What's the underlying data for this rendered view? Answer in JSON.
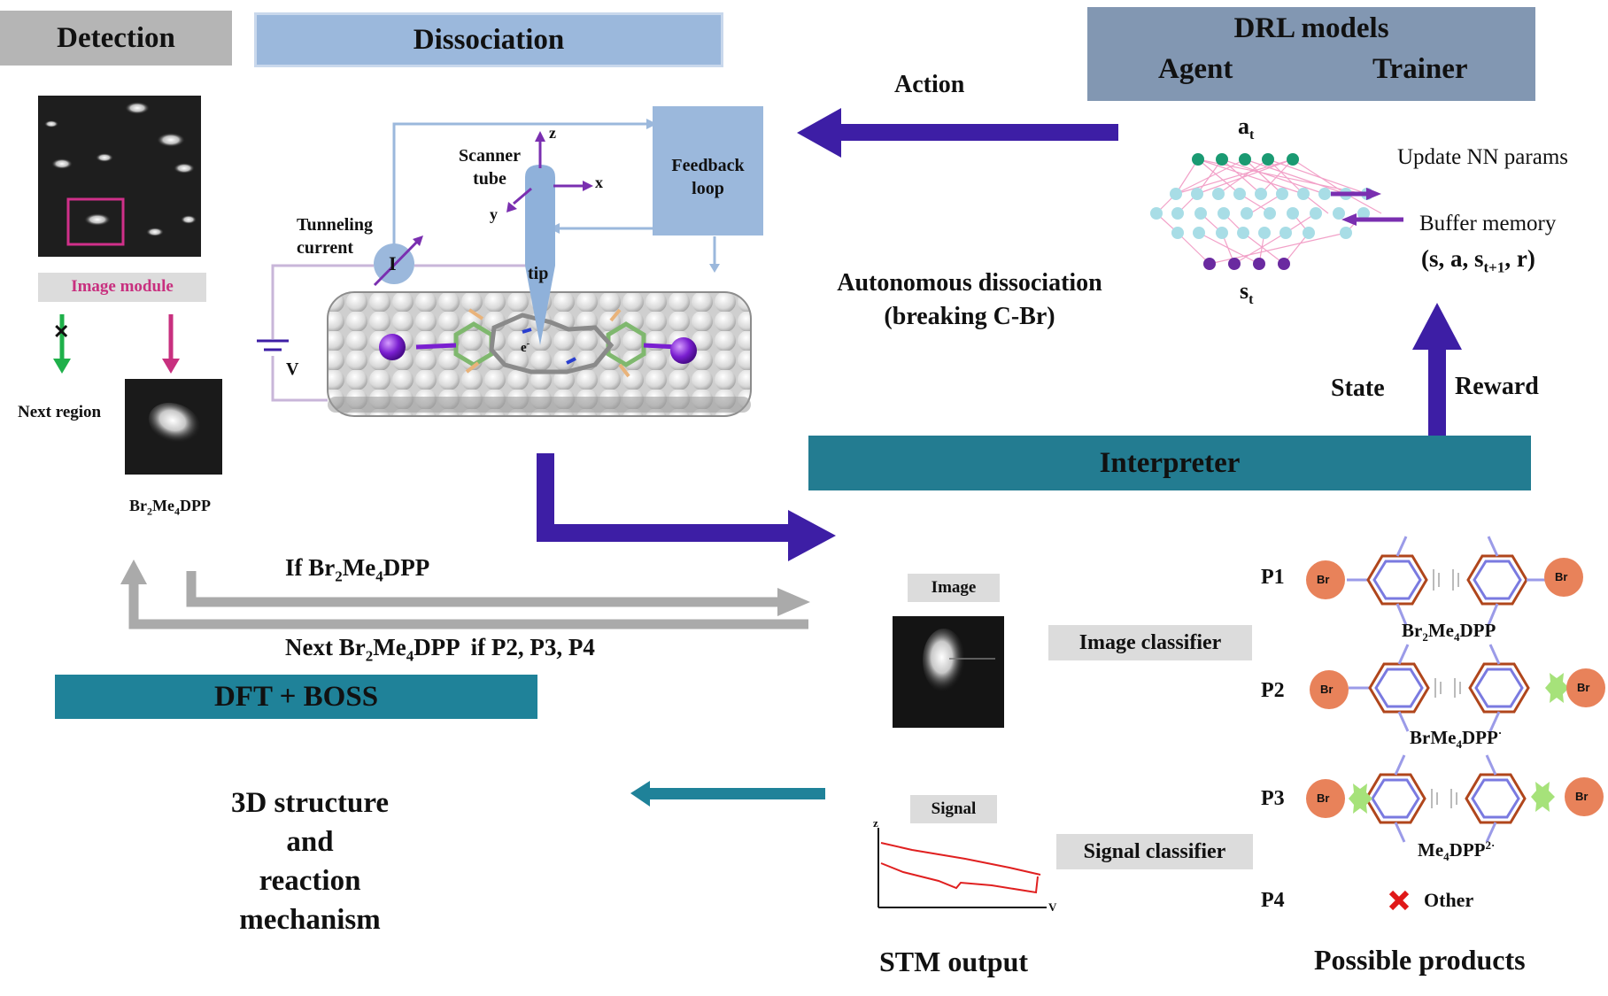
{
  "headers": {
    "detection": "Detection",
    "dissociation": "Dissociation",
    "drl_models": "DRL models",
    "agent": "Agent",
    "trainer": "Trainer",
    "interpreter": "Interpreter",
    "dft_boss": "DFT + BOSS"
  },
  "detection": {
    "image_module": "Image module",
    "next_region": "Next region",
    "molecule_base": "Br",
    "sub1": "2",
    "mid": "Me",
    "sub2": "4",
    "tail": "DPP",
    "x_mark": "✕"
  },
  "dissociation": {
    "scanner": "Scanner",
    "tube": "tube",
    "feedback": "Feedback",
    "loop": "loop",
    "tunneling": "Tunneling",
    "current": "current",
    "I": "I",
    "V": "V",
    "tip": "tip",
    "z": "z",
    "x": "x",
    "y": "y",
    "electron": "e",
    "electron_sup": "-"
  },
  "flow": {
    "action": "Action",
    "autonomous_line1": "Autonomous dissociation",
    "autonomous_line2": "(breaking C-Br)",
    "state": "State",
    "reward": "Reward",
    "if_text": "If Br",
    "if_sub1": "2",
    "if_me": "Me",
    "if_sub2": "4",
    "if_dpp": "DPP",
    "next_text": "Next Br",
    "next_sub1": "2",
    "next_me": "Me",
    "next_sub2": "4",
    "next_dpp": "DPP  if P2, P3, P4"
  },
  "drl": {
    "a": "a",
    "a_sub": "t",
    "s": "s",
    "s_sub": "t",
    "update": "Update NN params",
    "buffer": "Buffer memory",
    "tuple_a": "(s, a, s",
    "tuple_sub": "t+1",
    "tuple_b": ", r)"
  },
  "interpreter": {
    "image": "Image",
    "signal": "Signal",
    "image_classifier": "Image classifier",
    "signal_classifier": "Signal classifier",
    "stm_output": "STM output",
    "possible_products": "Possible products",
    "z_axis": "z",
    "v_axis": "V"
  },
  "products": [
    {
      "id": "P1",
      "name_a": "Br",
      "sub1": "2",
      "name_b": "Me",
      "sub2": "4",
      "name_c": "DPP",
      "sup": ""
    },
    {
      "id": "P2",
      "name_a": "BrMe",
      "sub1": "4",
      "name_b": "DPP",
      "sub2": "",
      "name_c": "",
      "sup": "·"
    },
    {
      "id": "P3",
      "name_a": "Me",
      "sub1": "4",
      "name_b": "DPP",
      "sub2": "",
      "name_c": "",
      "sup": "2·"
    },
    {
      "id": "P4",
      "name_a": "",
      "sub1": "",
      "name_b": "",
      "sub2": "",
      "name_c": "",
      "sup": ""
    }
  ],
  "other": "Other",
  "br_label": "Br",
  "dft": {
    "line1": "3D structure",
    "line2": "and",
    "line3": "reaction",
    "line4": "mechanism"
  },
  "colors": {
    "purple": "#3d1ea5",
    "teal": "#1f8299",
    "dark_teal": "#237c91",
    "light_blue": "#9bb8dc",
    "slate": "#8297b2",
    "gray_header": "#b5b5b5",
    "magenta": "#c8307f",
    "green": "#1fb04a"
  }
}
